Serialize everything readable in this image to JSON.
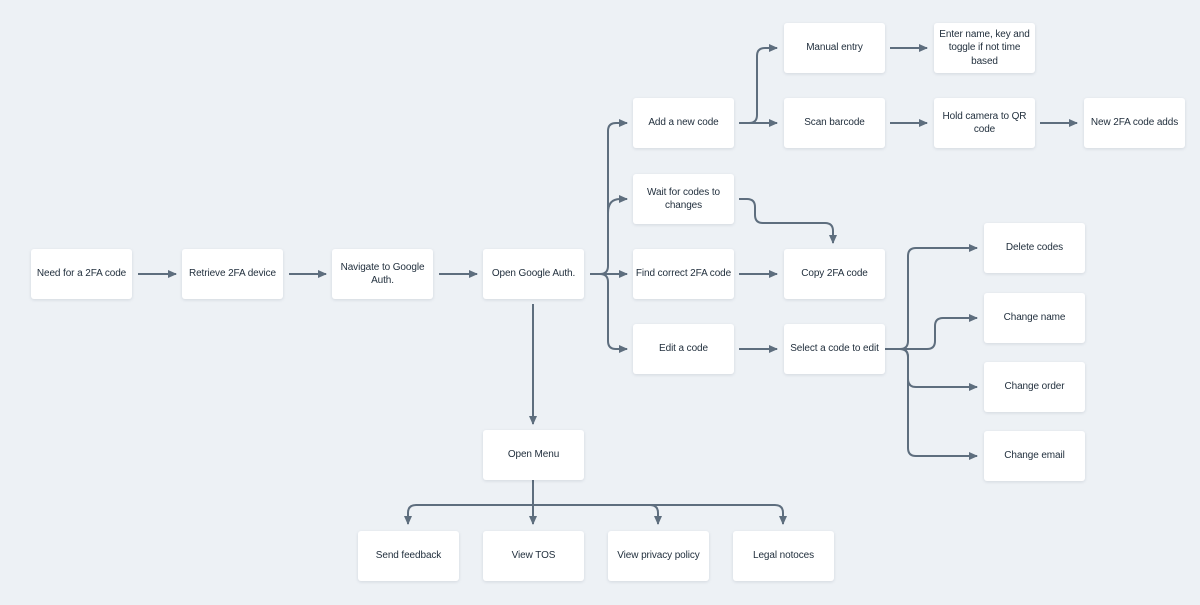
{
  "canvas": {
    "background_color": "#edf1f5",
    "node_fill_color": "#ffffff",
    "node_text_color": "#1f2d3b",
    "connector_color": "#5e6e7e"
  },
  "diagram": {
    "type": "flowchart",
    "nodes": {
      "need_2fa": {
        "label": "Need for a 2FA code"
      },
      "retrieve_device": {
        "label": "Retrieve 2FA device"
      },
      "navigate_auth": {
        "label": "Navigate to Google Auth."
      },
      "open_auth": {
        "label": "Open Google Auth."
      },
      "find_code": {
        "label": "Find correct 2FA code"
      },
      "copy_code": {
        "label": "Copy 2FA code"
      },
      "manual_entry": {
        "label": "Manual entry"
      },
      "enter_name": {
        "label": "Enter name, key and toggle if not time based"
      },
      "add_code": {
        "label": "Add a new code"
      },
      "scan_barcode": {
        "label": "Scan barcode"
      },
      "hold_camera": {
        "label": "Hold camera to QR code"
      },
      "new_code_adds": {
        "label": "New 2FA code adds"
      },
      "wait_codes": {
        "label": "Wait for codes to changes"
      },
      "edit_code": {
        "label": "Edit a code"
      },
      "select_code": {
        "label": "Select a code to edit"
      },
      "delete_codes": {
        "label": "Delete codes"
      },
      "change_name": {
        "label": "Change name"
      },
      "change_order": {
        "label": "Change order"
      },
      "change_email": {
        "label": "Change email"
      },
      "open_menu": {
        "label": "Open Menu"
      },
      "send_feedback": {
        "label": "Send feedback"
      },
      "view_tos": {
        "label": "View TOS"
      },
      "view_privacy": {
        "label": "View privacy policy"
      },
      "legal_notices": {
        "label": "Legal notoces"
      }
    },
    "edges": [
      {
        "from": "need_2fa",
        "to": "retrieve_device"
      },
      {
        "from": "retrieve_device",
        "to": "navigate_auth"
      },
      {
        "from": "navigate_auth",
        "to": "open_auth"
      },
      {
        "from": "open_auth",
        "to": "add_code"
      },
      {
        "from": "open_auth",
        "to": "wait_codes"
      },
      {
        "from": "open_auth",
        "to": "find_code"
      },
      {
        "from": "open_auth",
        "to": "edit_code"
      },
      {
        "from": "open_auth",
        "to": "open_menu"
      },
      {
        "from": "add_code",
        "to": "manual_entry"
      },
      {
        "from": "add_code",
        "to": "scan_barcode"
      },
      {
        "from": "manual_entry",
        "to": "enter_name"
      },
      {
        "from": "scan_barcode",
        "to": "hold_camera"
      },
      {
        "from": "hold_camera",
        "to": "new_code_adds"
      },
      {
        "from": "wait_codes",
        "to": "copy_code"
      },
      {
        "from": "find_code",
        "to": "copy_code"
      },
      {
        "from": "edit_code",
        "to": "select_code"
      },
      {
        "from": "select_code",
        "to": "delete_codes"
      },
      {
        "from": "select_code",
        "to": "change_name"
      },
      {
        "from": "select_code",
        "to": "change_order"
      },
      {
        "from": "select_code",
        "to": "change_email"
      },
      {
        "from": "open_menu",
        "to": "send_feedback"
      },
      {
        "from": "open_menu",
        "to": "view_tos"
      },
      {
        "from": "open_menu",
        "to": "view_privacy"
      },
      {
        "from": "open_menu",
        "to": "legal_notices"
      }
    ]
  }
}
